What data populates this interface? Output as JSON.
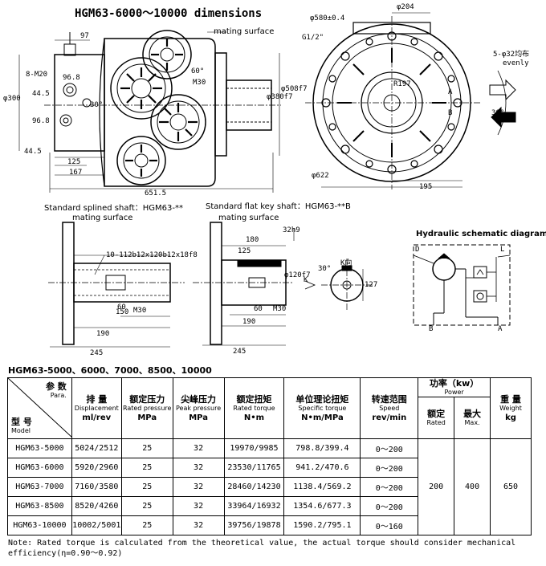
{
  "title": "HGM63-6000～10000 dimensions",
  "drawings": {
    "mating_surface_top": "mating surface",
    "dims_front": [
      "97",
      "8-M20",
      "96.8",
      "44.5",
      "96.8",
      "44.5",
      "125",
      "167",
      "651.5",
      "φ300",
      "M30",
      "60°",
      "30°",
      "φ380f7",
      "φ508f7"
    ],
    "dims_side": [
      "φ580±0.4",
      "φ204",
      "G1/2\"",
      "5-φ32均布",
      "evenly",
      "R197",
      "A",
      "B",
      "30°",
      "φ622",
      "195"
    ],
    "splined_caption": "Standard splined shaft：HGM63-**",
    "flatkey_caption": "Standard flat key shaft：HGM63-**B",
    "mating_surface_left": "mating surface",
    "mating_surface_mid": "mating surface",
    "spline_spec": "10-112b12x120b12x18f8",
    "dims_splined": [
      "150",
      "60",
      "190",
      "245",
      "M30"
    ],
    "dims_flatkey": [
      "180",
      "125",
      "60",
      "190",
      "245",
      "32h9",
      "φ120f7",
      "M30",
      "127",
      "K向",
      "K",
      "30°"
    ],
    "hydraulic_title": "Hydraulic schematic diagram",
    "hydraulic_labels": [
      "D",
      "L",
      "A",
      "B"
    ]
  },
  "series_title": "HGM63-5000、6000、7000、8500、10000",
  "table": {
    "corner_top_cn": "参 数",
    "corner_top_en": "Para.",
    "corner_bot_cn": "型 号",
    "corner_bot_en": "Model",
    "headers": [
      {
        "cn": "排 量",
        "en": "Displacement",
        "unit": "ml/rev"
      },
      {
        "cn": "额定压力",
        "en": "Rated pressure",
        "unit": "MPa"
      },
      {
        "cn": "尖峰压力",
        "en": "Peak pressure",
        "unit": "MPa"
      },
      {
        "cn": "额定扭矩",
        "en": "Rated torque",
        "unit": "N•m"
      },
      {
        "cn": "单位理论扭矩",
        "en": "Specific torque",
        "unit": "N•m/MPa"
      },
      {
        "cn": "转速范围",
        "en": "Speed",
        "unit": "rev/min"
      }
    ],
    "power": {
      "cn": "功率（kw）",
      "en": "Power",
      "rated_cn": "额定",
      "rated_en": "Rated",
      "max_cn": "最大",
      "max_en": "Max."
    },
    "weight": {
      "cn": "重 量",
      "en": "Weight",
      "unit": "kg"
    },
    "rows": [
      {
        "model": "HGM63-5000",
        "disp": "5024/2512",
        "rated_p": "25",
        "peak_p": "32",
        "torque": "19970/9985",
        "spec": "798.8/399.4",
        "speed": "0～200"
      },
      {
        "model": "HGM63-6000",
        "disp": "5920/2960",
        "rated_p": "25",
        "peak_p": "32",
        "torque": "23530/11765",
        "spec": "941.2/470.6",
        "speed": "0～200"
      },
      {
        "model": "HGM63-7000",
        "disp": "7160/3580",
        "rated_p": "25",
        "peak_p": "32",
        "torque": "28460/14230",
        "spec": "1138.4/569.2",
        "speed": "0～200"
      },
      {
        "model": "HGM63-8500",
        "disp": "8520/4260",
        "rated_p": "25",
        "peak_p": "32",
        "torque": "33964/16932",
        "spec": "1354.6/677.3",
        "speed": "0～200"
      },
      {
        "model": "HGM63-10000",
        "disp": "10002/5001",
        "rated_p": "25",
        "peak_p": "32",
        "torque": "39756/19878",
        "spec": "1590.2/795.1",
        "speed": "0～160"
      }
    ],
    "power_rated": "200",
    "power_max": "400",
    "weight_val": "650"
  },
  "note": "Note: Rated torque is calculated from the theoretical value, the actual torque should consider mechanical efficiency(η=0.90～0.92)"
}
